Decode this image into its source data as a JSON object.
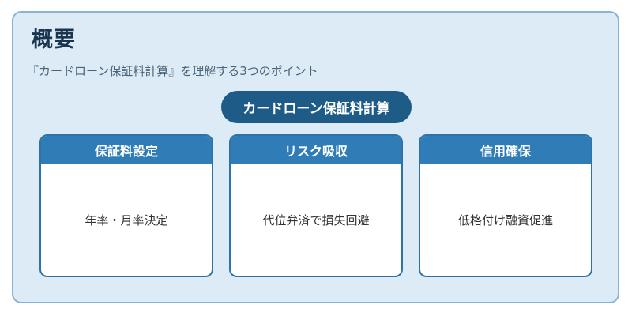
{
  "overview": {
    "title": "概要",
    "subtitle": "『カードローン保証料計算』を理解する3つのポイント"
  },
  "center_label": "カードローン保証料計算",
  "cards": [
    {
      "heading": "保証料設定",
      "body": "年率・月率決定"
    },
    {
      "heading": "リスク吸収",
      "body": "代位弁済で損失回避"
    },
    {
      "heading": "信用確保",
      "body": "低格付け融資促進"
    }
  ],
  "colors": {
    "panel_bg": "#dcebf6",
    "panel_border": "#86b3d6",
    "pill_bg": "#1f5b87",
    "card_header": "#2f7cb6",
    "card_border": "#2d72a8",
    "title_text": "#1a3550"
  }
}
